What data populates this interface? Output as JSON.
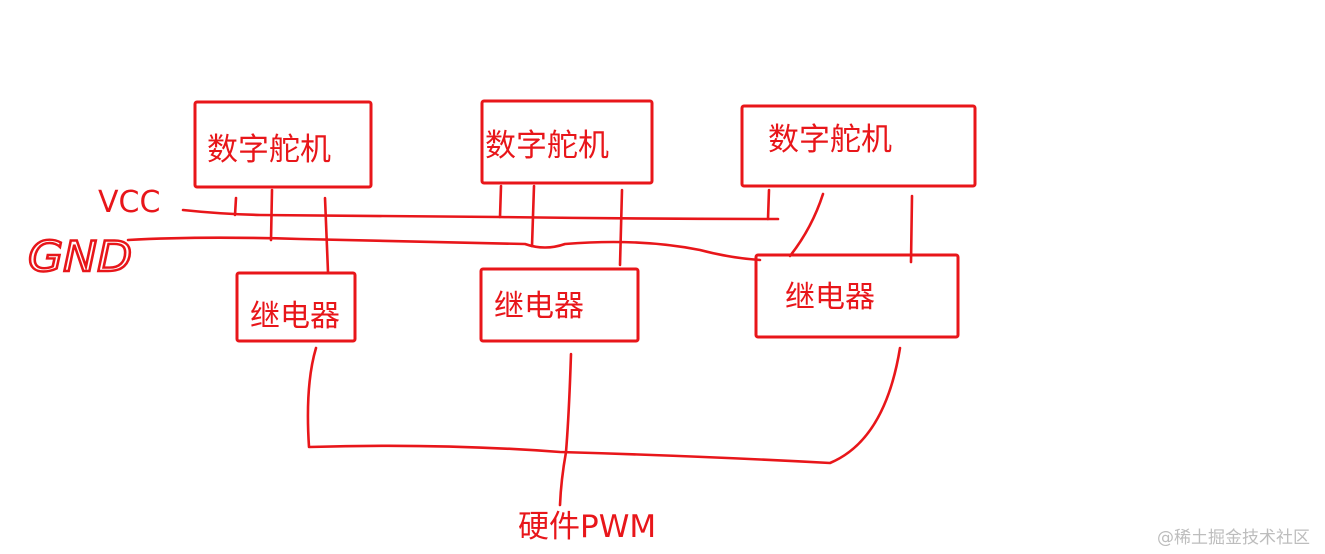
{
  "servos": [
    {
      "label": "数字舵机"
    },
    {
      "label": "数字舵机"
    },
    {
      "label": "数字舵机"
    }
  ],
  "relays": [
    {
      "label": "继电器"
    },
    {
      "label": "继电器"
    },
    {
      "label": "继电器"
    }
  ],
  "rails": {
    "vcc_label": "VCC",
    "gnd_label": "GND"
  },
  "pwm": {
    "label": "硬件PWM"
  },
  "watermark": "@稀土掘金技术社区",
  "colors": {
    "ink": "#e8161a",
    "watermark": "#bdbdbd"
  }
}
